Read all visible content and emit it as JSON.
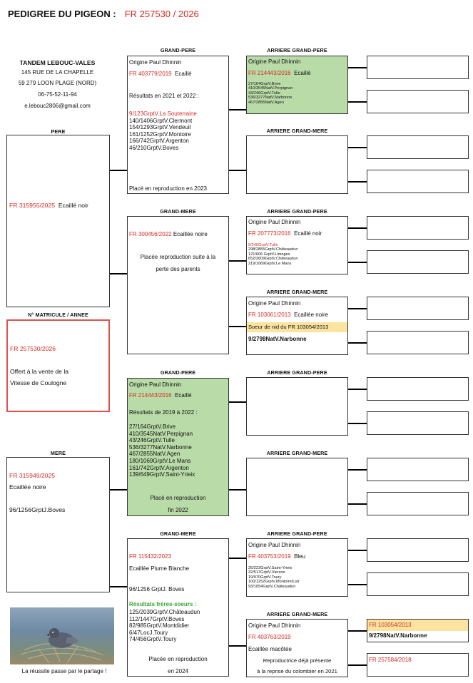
{
  "title": {
    "label": "PEDIGREE DU PIGEON :",
    "number": "FR 257530 / 2026"
  },
  "owner": {
    "name": "TANDEM LEBOUC-VALES",
    "address1": "145 RUE DE LA CHAPELLE",
    "address2": "59 279 LOON PLAGE (NORD)",
    "phone": "06-75-52-11-94",
    "email": "e.lebouc2806@gmail.com"
  },
  "headers": {
    "pere": "PERE",
    "mere": "MERE",
    "matricule": "N° MATRICULE / ANNEE",
    "grand_pere": "GRAND-PERE",
    "grand_mere": "GRAND-MERE",
    "arriere_grand_pere": "ARRIERE GRAND-PERE",
    "arriere_grand_mere": "ARRIERE GRAND-MERE"
  },
  "subject": {
    "ring": "FR 257530/2026",
    "line1": "Offert à la vente de la",
    "line2": "Vitesse de Coulogne"
  },
  "pere": {
    "ring": "FR 315955/2025",
    "color": "Ecaillé noir"
  },
  "mere": {
    "ring": "FR 315949/2025",
    "color": "Ecaillée noire",
    "result": "96/1256GrptJ.Boves"
  },
  "gp_pere": {
    "origin": "Origine Paul Dhinnin",
    "ring": "FR 403779/2019",
    "color": "Ecaillé",
    "results_title": "Résultats en 2021 et 2022 :",
    "top_result": "9/123GrptV.La Souterraine",
    "results": [
      "140/1406GrptV.Clermont",
      "154/1293GrptV.Vendeuil",
      "161/1252GrptV.Montoire",
      "166/742GrptV.Argenton",
      "46/210GrptV.Boves"
    ],
    "note": "Placé en reproduction en 2023"
  },
  "gm_pere": {
    "ring": "FR 300456/2022",
    "color": "Ecaillée noire",
    "note1": "Placée reproduction suite à la",
    "note2": "perte des parents"
  },
  "agp1": {
    "origin": "Origine Paul Dhinnin",
    "ring": "FR 214443/2016",
    "color": "Ecaillé",
    "results": [
      "27/164GrptV.Brive",
      "410/3545NatV.Perpignan",
      "43/246GrptV.Tulle",
      "536/3277NatV.Narbonne",
      "467/2855NatV.Agen"
    ]
  },
  "agp3": {
    "origin": "Origine Paul Dhinnin",
    "ring": "FR 207773/2016",
    "color": "Ecaillé noir",
    "top_result": "5/246GrptV.Tulle",
    "results": [
      "298/2855GrptV.Châteaudun",
      "121/606 GrptV.Limoges",
      "652/2609GrptV.Châteaudun",
      "219/1069GrptV.Le Mans"
    ]
  },
  "agm4": {
    "origin": "Origine Paul Dhinnin",
    "ring": "FR 103061/2013",
    "color": "Ecaillée noire",
    "sister": "Soeur de nid du FR 103054/2013",
    "result": "9/2798NatV.Narbonne"
  },
  "gp_mere": {
    "origin": "Origine Paul Dhinnin",
    "ring": "FR 214443/2016",
    "color": "Ecaillé",
    "results_title": "Résultats de 2019 à 2022 :",
    "results": [
      "27/164GrptV.Brive",
      "410/3545NatV.Perpignan",
      "43/246GrptV.Tulle",
      "536/3277NatV.Narbonne",
      "467/2855NatV.Agen",
      "180/1069GrptV.Le Mans",
      "161/742GrptV.Argenton",
      "139/649GrptV.Saint-Yrieix"
    ],
    "note1": "Placé en reproduction",
    "note2": "fin 2022"
  },
  "gm_mere": {
    "ring": "FR 115432/2023",
    "color": "Ecaillée Plume Blanche",
    "result": "96/1256 GrptJ. Boves",
    "siblings_title": "Résultats frères-soeurs :",
    "siblings": [
      "125/2039GrptV.Châteaudun",
      "112/1447GrptV.Boves",
      "82/985GrptV.Montdidier",
      "6/47LocJ.Toury",
      "74/456GrptV.Toury"
    ],
    "note1": "Placée en reproduction",
    "note2": "en 2024"
  },
  "agp7": {
    "origin": "Origine Paul Dhinnin",
    "ring": "FR 403753/2019",
    "color": "Bleu",
    "results": [
      "25/223GrptV.Saint-Yrieix",
      "32/517GrptV.Vierzon",
      "19/970GrptV.Toury",
      "100/1252GrptV.Montoire/Loir",
      "93/1054GrptV.Châteaudun"
    ]
  },
  "agm8": {
    "origin": "Origine Paul Dhinnin",
    "ring": "FR 403763/2019",
    "color": "Ecaillée macôtée",
    "note1": "Reproductrice déjà présente",
    "note2": "à la reprise du colombier en 2021"
  },
  "far": {
    "ring1": "FR 103054/2013",
    "result1": "9/2798NatV.Narbonne",
    "ring2": "FR 257584/2018"
  },
  "photo_caption": "La réussite passe par le partage !",
  "colors": {
    "red": "#d42a22",
    "green": "#b9dba8",
    "yellow": "#fce4a0"
  }
}
